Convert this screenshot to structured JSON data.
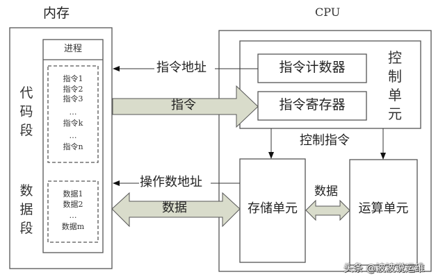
{
  "memory": {
    "title": "内存",
    "process_label": "进程",
    "code_segment_label": "代码段",
    "data_segment_label": "数据段",
    "instructions": [
      "指令1",
      "指令2",
      "指令3",
      "…",
      "指令k",
      "…",
      "指令n"
    ],
    "data_items": [
      "数据1",
      "数据2",
      "…",
      "数据m"
    ]
  },
  "cpu": {
    "title": "CPU",
    "control_unit_label": "控制单元",
    "program_counter_label": "指令计数器",
    "instruction_register_label": "指令寄存器",
    "storage_unit_label": "存储单元",
    "alu_label": "运算单元"
  },
  "connections": {
    "instruction_address": "指令地址",
    "instruction": "指令",
    "operand_address": "操作数地址",
    "data": "数据",
    "control_instruction": "控制指令",
    "internal_data": "数据"
  },
  "colors": {
    "arrow_fill": "#d9dccb",
    "border": "#555555"
  },
  "watermark": "头条 @波波说运维"
}
